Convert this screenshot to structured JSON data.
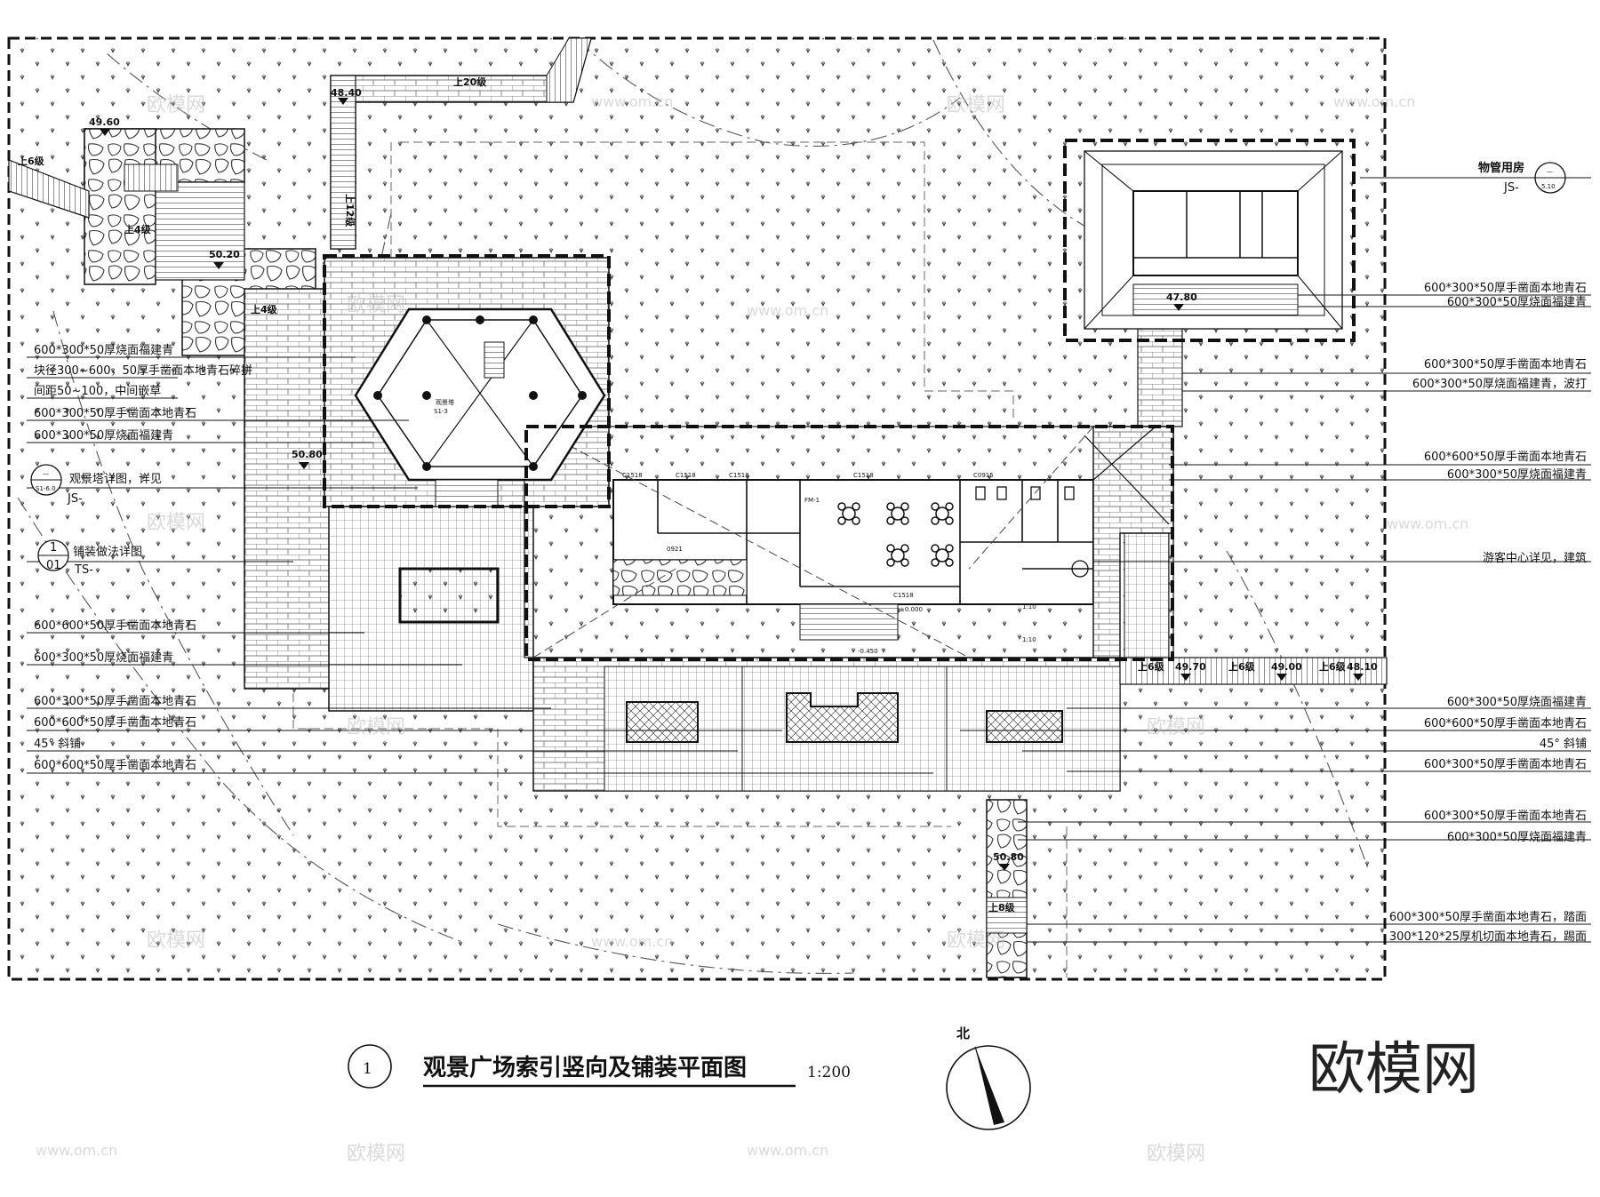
{
  "drawing": {
    "title": "观景广场索引竖向及铺装平面图",
    "title_index": "1",
    "scale": "1:200",
    "north": "北",
    "brand": "欧模网"
  },
  "watermarks": [
    "欧模网",
    "www.om.cn"
  ],
  "left_labels": [
    "600*300*50厚烧面福建青",
    "块径300~600，50厚手凿面本地青石碎拼",
    "间距50~100，中间嵌草",
    "600*300*50厚手凿面本地青石",
    "600*300*50厚烧面福建青",
    "观景塔详图，详见",
    "铺装做法详图",
    "600*600*50厚手凿面本地青石",
    "600*300*50厚烧面福建青",
    "600*300*50厚手凿面本地青石",
    "600*600*50厚手凿面本地青石",
    "45° 斜铺",
    "600*600*50厚手凿面本地青石"
  ],
  "right_labels": [
    "物管用房",
    "600*300*50厚手凿面本地青石",
    "600*300*50厚烧面福建青",
    "600*300*50厚手凿面本地青石",
    "600*300*50厚烧面福建青，波打",
    "600*600*50厚手凿面本地青石",
    "600*300*50厚烧面福建青",
    "游客中心详见，建筑",
    "600*300*50厚烧面福建青",
    "600*600*50厚手凿面本地青石",
    "45° 斜铺",
    "600*300*50厚手凿面本地青石",
    "600*300*50厚手凿面本地青石",
    "600*300*50厚烧面福建青",
    "600*300*50厚手凿面本地青石，踏面",
    "300*120*25厚机切面本地青石，踢面"
  ],
  "index_refs": {
    "tower": {
      "top": "—",
      "bottom": "S1-6.0",
      "prefix": "JS-"
    },
    "paving": {
      "top": "1",
      "bottom": "01",
      "prefix": "TS-"
    },
    "mgmt": {
      "top": "—",
      "bottom": "5.10",
      "prefix": "JS-"
    }
  },
  "elevations": [
    "49.60",
    "48.40",
    "50.20",
    "50.80",
    "47.80",
    "49.70",
    "49.00",
    "48.10",
    "50.80"
  ],
  "steps": [
    "上20级",
    "上6级",
    "上4级",
    "上4级",
    "上12级",
    "上6级",
    "上6级",
    "上6级",
    "上8级"
  ],
  "room_tags": [
    "观景塔",
    "S1-3",
    "FM-1",
    "0921",
    "C1518",
    "C1518",
    "C1518",
    "C1518",
    "C1518",
    "C0915",
    "±0.000",
    "-0.450",
    "1:10",
    "1:10"
  ]
}
